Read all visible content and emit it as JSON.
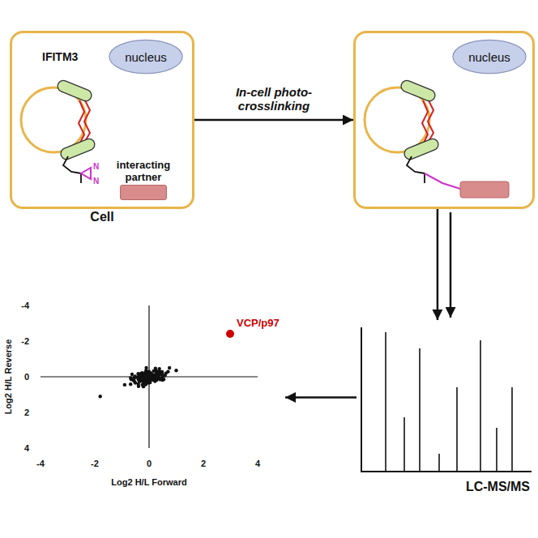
{
  "diagram": {
    "nodes": [
      {
        "text": [
          "Cell"
        ]
      },
      {
        "text": [
          "nucleus"
        ],
        "in": 0
      },
      {
        "text": [
          "interacting partner"
        ],
        "in": 0
      },
      {
        "text": []
      },
      {
        "text": [
          "nucleus"
        ],
        "in": 3
      },
      {
        "text": [
          "LC-MS/MS"
        ]
      },
      {
        "text": [
          "Log2 H/L Reverse",
          "Log2 H/L Forward"
        ]
      }
    ],
    "edges": [
      {
        "from": 0,
        "to": 3,
        "arrow": "to",
        "label": "In-cell photo-crosslinking"
      },
      {
        "from": 3,
        "to": 5,
        "arrow": "to"
      },
      {
        "from": 5,
        "to": 6,
        "arrow": "to"
      }
    ],
    "labels": [
      "IFITM3",
      "N",
      "N",
      "VCP/p97",
      "-4",
      "-2",
      "0",
      "2",
      "4",
      "-4",
      "-2",
      "0",
      "2",
      "4"
    ]
  }
}
